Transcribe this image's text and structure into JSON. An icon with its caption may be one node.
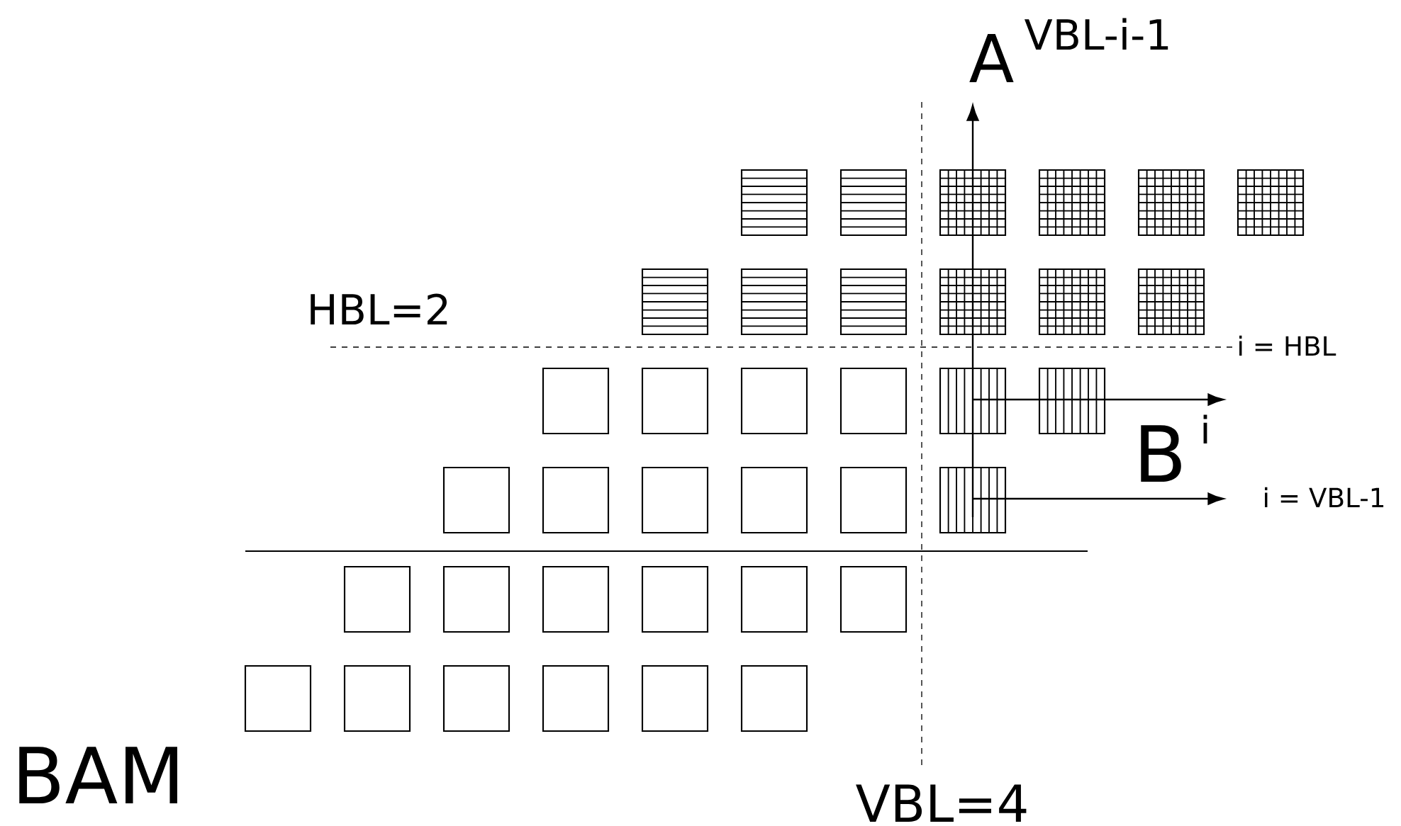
{
  "diagram": {
    "labels": [
      "A",
      "VBL-i-1",
      "HBL=2",
      "i  = HBL",
      "B",
      "i",
      "i = VBL-1",
      "BAM",
      "VBL=4"
    ]
  }
}
